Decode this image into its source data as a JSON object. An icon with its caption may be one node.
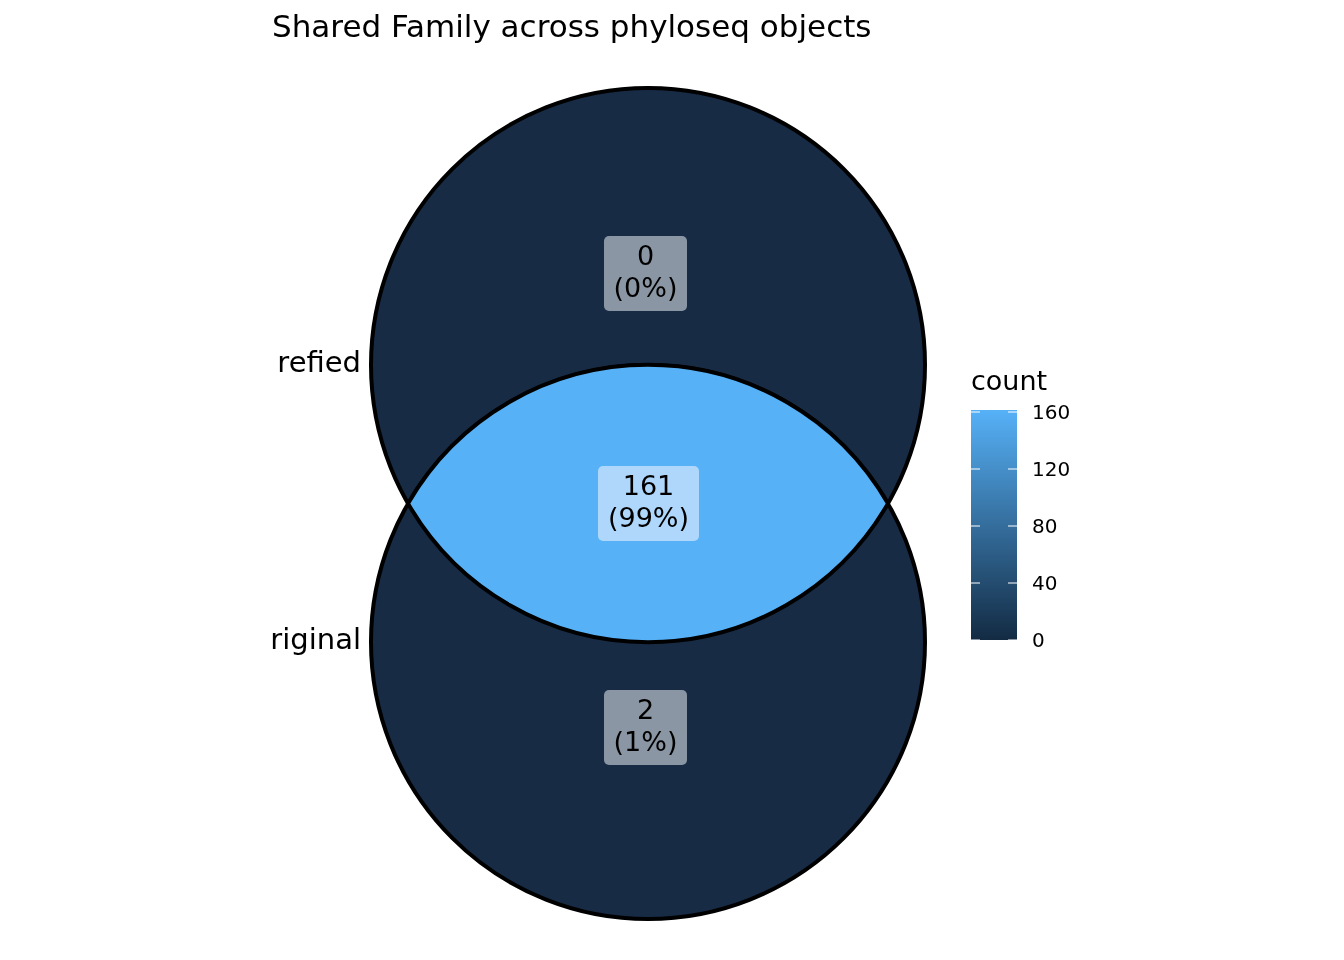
{
  "diagram": {
    "title": "Shared Family across phyloseq objects",
    "nodes": [
      {
        "text": [],
        "shape": "circle",
        "beside": [
          "refied"
        ]
      },
      {
        "text": [],
        "shape": "circle",
        "beside": [
          "riginal"
        ]
      },
      {
        "text": [
          "0 (0%)"
        ],
        "in": 0
      },
      {
        "text": [
          "161 (99%)"
        ]
      },
      {
        "text": [
          "2 (1%)"
        ],
        "in": 1
      }
    ],
    "labels": [
      "count",
      "160",
      "120",
      "80",
      "40",
      "0"
    ]
  }
}
